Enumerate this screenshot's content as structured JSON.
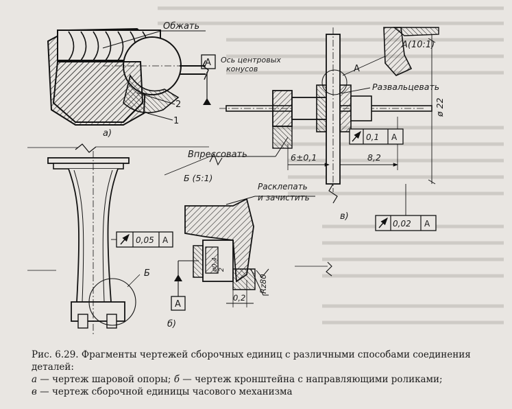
{
  "labels": {
    "obzhat": "Обжать",
    "axis_centers_line1": "Ось центровых",
    "axis_centers_line2": "конусов",
    "datum_a": "A",
    "detail_a": "A(10:1)",
    "razvaltsevat": "Развальцевать",
    "part_1": "1",
    "part_2": "2",
    "view_a": "а)",
    "vpressovat": "Впрессовать",
    "dim_6": "6±0,1",
    "dim_82": "8,2",
    "dim_22": "ø 22",
    "tol_01": "0,1",
    "tol_01_datum": "A",
    "tol_002": "0,02",
    "tol_002_datum": "A",
    "view_v": "в)",
    "detail_b": "Б (5:1)",
    "rasklepat_line1": "Расклепать",
    "rasklepat_line2": "и зачистить",
    "tol_005": "0,05",
    "tol_005_datum": "A",
    "dim_04": "ø0,4",
    "dim_2": "2",
    "dim_02": "0,2",
    "rz80": "Rz80",
    "datum_b": "A",
    "label_b": "Б",
    "view_b": "б)"
  },
  "caption": {
    "line1": "Рис. 6.29. Фрагменты чертежей сборочных единиц с различными способами соединения деталей:",
    "item_a_letter": "а",
    "item_a_text": " — чертеж шаровой опоры; ",
    "item_b_letter": "б",
    "item_b_text": " — чертеж кронштейна с направляющими роликами;",
    "item_v_letter": "в",
    "item_v_text": " — чертеж сборочной единицы часового механизма"
  }
}
